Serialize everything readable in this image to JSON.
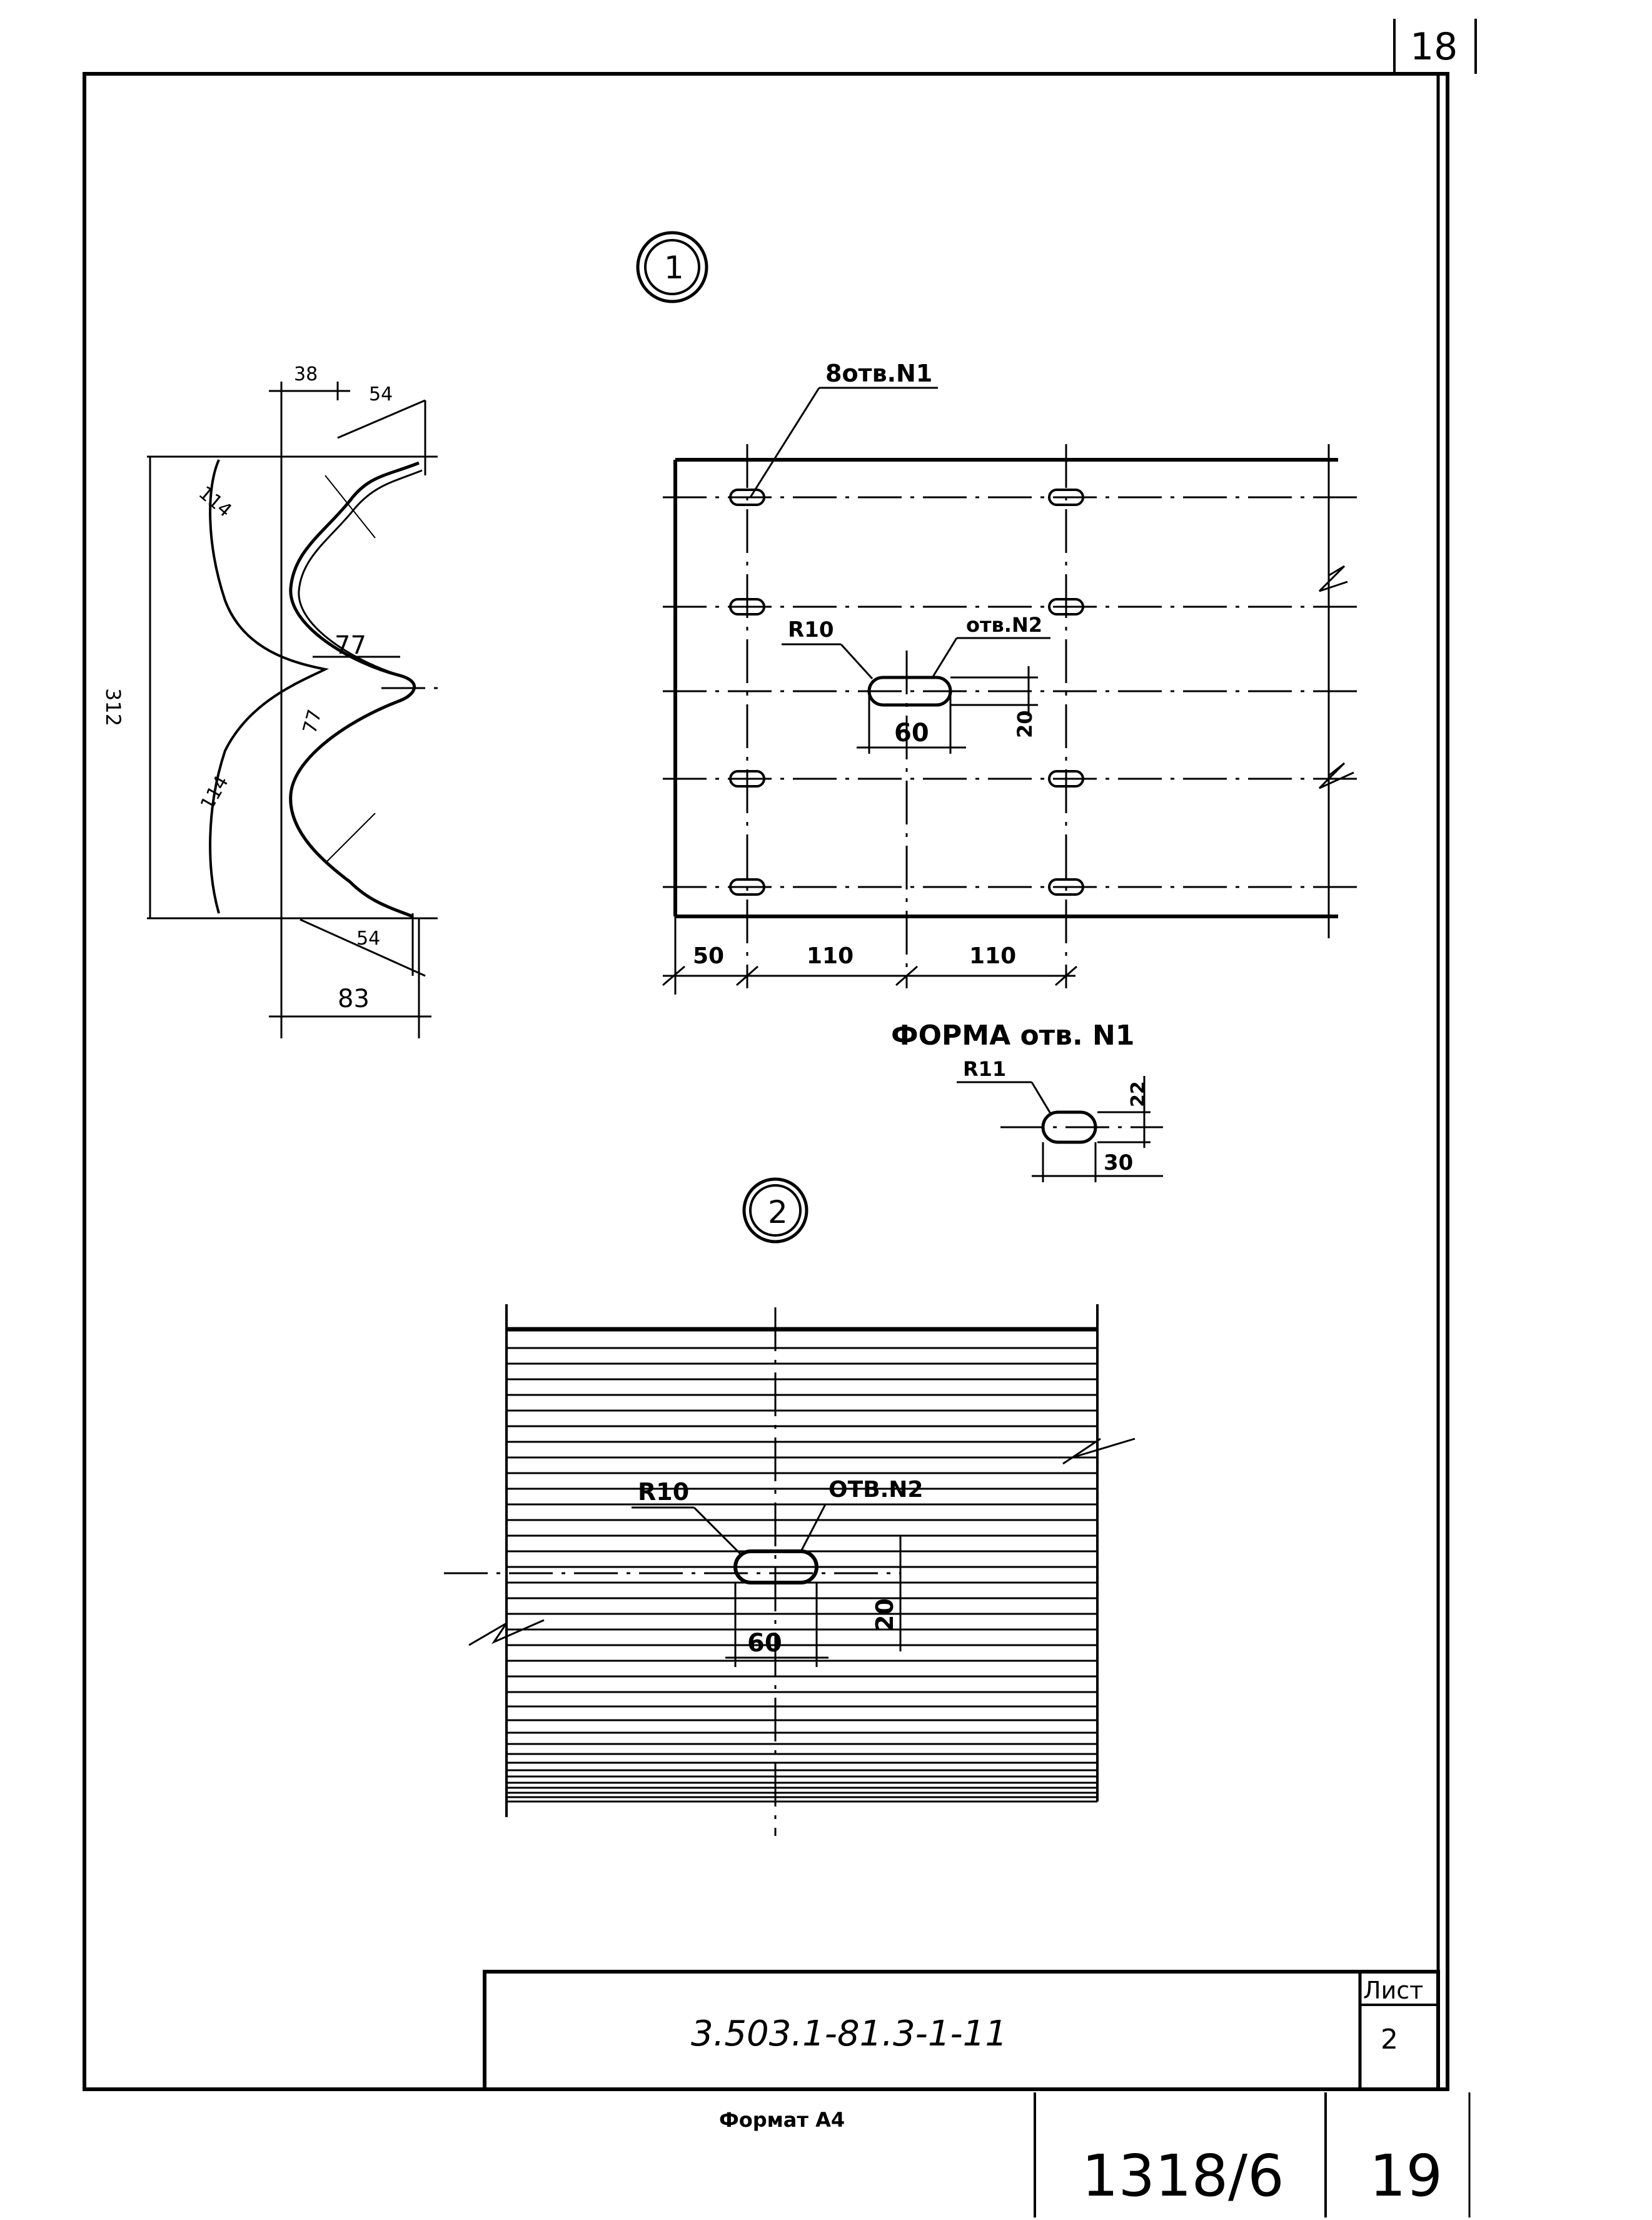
{
  "sheet": {
    "corner_number_top": "18",
    "code": "3.503.1-81.3-1-11",
    "list_label": "Лист",
    "list_number": "2",
    "format_label": "Формат А4",
    "archive_number": "1318/6",
    "page_number": "19"
  },
  "view1": {
    "marker": "1",
    "profile_dims": {
      "d38": "38",
      "d54_top": "54",
      "d114_top": "114",
      "d312": "312",
      "d77_a": "77",
      "d77_b": "77",
      "d114_bottom": "114",
      "d54_bottom": "54",
      "d83": "83"
    },
    "plan": {
      "holes_label": "8отв.N1",
      "r10_label": "R10",
      "hole2_label": "отв.N2",
      "d60": "60",
      "d20": "20",
      "d50": "50",
      "d110_a": "110",
      "d110_b": "110"
    },
    "hole_shape": {
      "title": "ФОРМА   отв. N1",
      "r11_label": "R11",
      "d22": "22",
      "d30": "30"
    }
  },
  "view2": {
    "marker": "2",
    "r10_label": "R10",
    "hole2_label": "ОТВ.N2",
    "d60": "60",
    "d20": "20"
  }
}
